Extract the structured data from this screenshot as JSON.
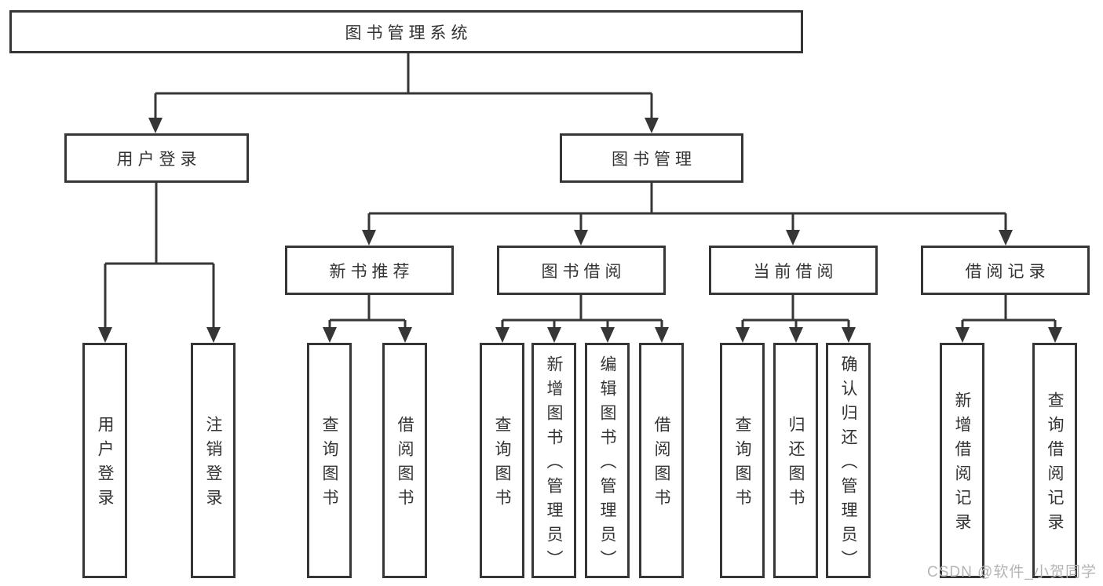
{
  "colors": {
    "line": "#363636",
    "text": "#333333",
    "background": "#ffffff",
    "watermark": "#b5b5b5"
  },
  "diagram": {
    "root_label": "图书管理系统",
    "level2": [
      "用户登录",
      "图书管理"
    ],
    "level3": [
      "新书推荐",
      "图书借阅",
      "当前借阅",
      "借阅记录"
    ],
    "leaf_groups": {
      "user_login": [
        "用户登录",
        "注销登录"
      ],
      "new_book": [
        "查询图书",
        "借阅图书"
      ],
      "borrow": [
        "查询图书",
        "新增图书（管理员）",
        "编辑图书（管理员）",
        "借阅图书"
      ],
      "current": [
        "查询图书",
        "归还图书",
        "确认归还（管理员）"
      ],
      "records": [
        "新增借阅记录",
        "查询借阅记录"
      ]
    }
  },
  "watermark": {
    "text": "CSDN @软件_小贺同学"
  }
}
